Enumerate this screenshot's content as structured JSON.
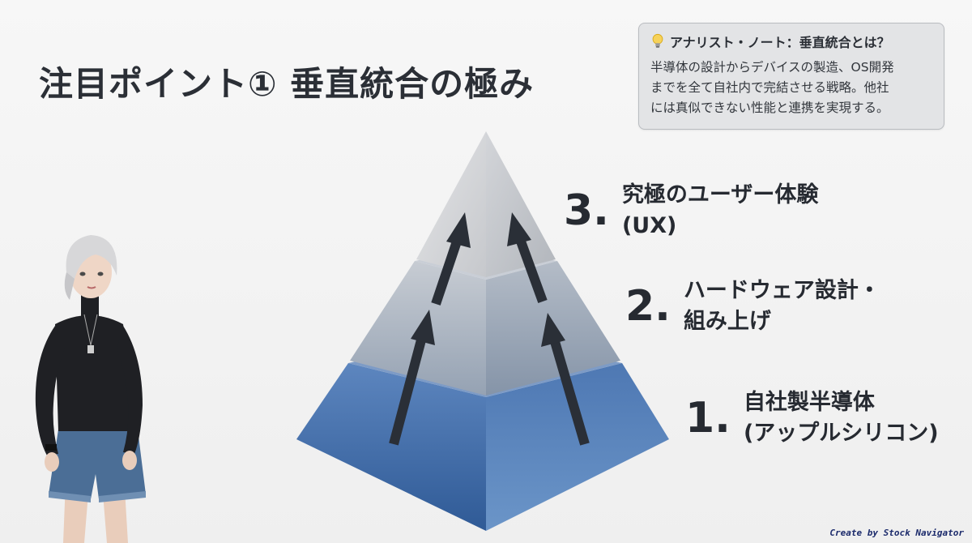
{
  "title": "注目ポイント① 垂直統合の極み",
  "note": {
    "heading": "アナリスト・ノート：垂直統合とは？",
    "lines": [
      "半導体の設計からデバイスの製造、OS開発",
      "までを全て自社内で完結させる戦略。他社",
      "には真似できない性能と連携を実現する。"
    ]
  },
  "tiers": [
    {
      "number": "3.",
      "lines": [
        "究極のユーザー体験",
        "(UX)"
      ]
    },
    {
      "number": "2.",
      "lines": [
        "ハードウェア設計・",
        "組み上げ"
      ]
    },
    {
      "number": "1.",
      "lines": [
        "自社製半導体",
        "(アップルシリコン)"
      ]
    }
  ],
  "credit": "Create by Stock Navigator",
  "colors": {
    "top_tier": "#d9dadc",
    "middle_tier": "#a7b2c0",
    "bottom_tier": "#3f6aa6",
    "arrow": "#2a2f37",
    "text": "#262a31"
  },
  "icons": [
    "lightbulb-icon",
    "arrow-up-icon"
  ]
}
